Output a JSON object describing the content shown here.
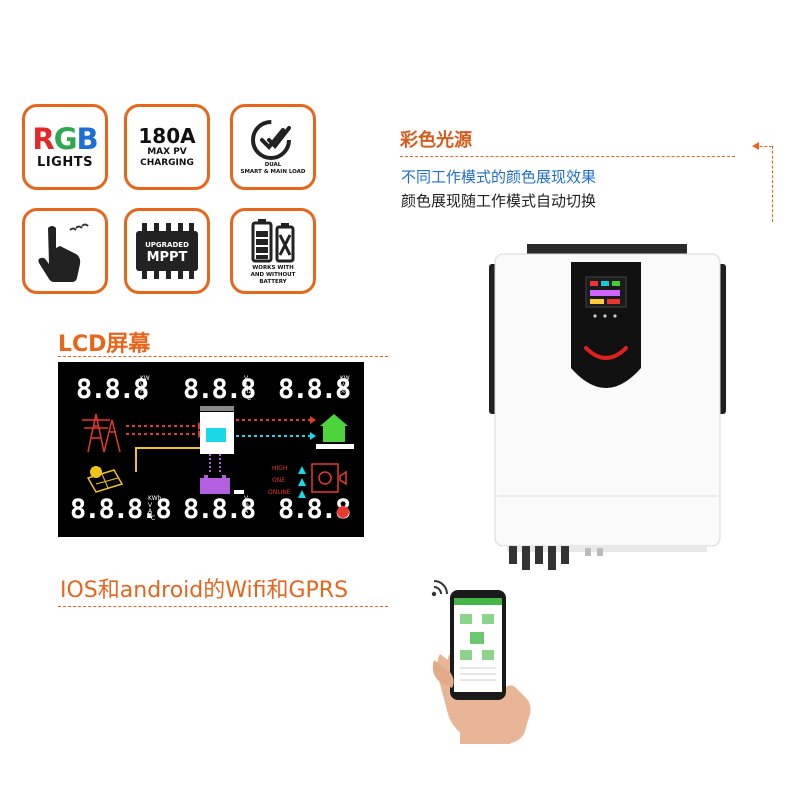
{
  "badges": {
    "rgb": {
      "r": "R",
      "g": "G",
      "b": "B",
      "label": "LIGHTS"
    },
    "pv": {
      "main": "180A",
      "line1": "MAX PV",
      "line2": "CHARGING"
    },
    "dual": {
      "line1": "DUAL",
      "line2": "SMART & MAIN LOAD"
    },
    "mppt": {
      "line1": "UPGRADED",
      "line2": "MPPT"
    },
    "battery": {
      "line1": "WORKS WITH",
      "line2": "AND WITHOUT",
      "line3": "BATTERY"
    }
  },
  "rgb_section": {
    "title": "彩色光源",
    "line1": "不同工作模式的颜色展现效果",
    "line2": "颜色展现随工作模式自动切换"
  },
  "lcd_section": {
    "title": "LCD屏幕",
    "readouts": {
      "tl": "8.8.8",
      "tm": "8.8.8",
      "tr": "8.8.8",
      "bl": "8.8.8.8",
      "bm": "8.8.8",
      "br": "8.8.8"
    },
    "units": {
      "tl": [
        "KW",
        "V",
        "Hz",
        "A"
      ],
      "tm": [
        "V",
        "A",
        "Hz",
        "°C"
      ],
      "tr": [
        "KW",
        "VA",
        "%"
      ],
      "bl": [
        "KWh",
        "V",
        "A",
        "°C"
      ],
      "bm": [
        "V",
        "%",
        "A"
      ]
    },
    "mode_labels": [
      "HIGH",
      "ONE",
      "ONLINE"
    ]
  },
  "app_section": {
    "title": "IOS和android的Wifi和GPRS"
  },
  "colors": {
    "accent": "#e8651c",
    "r": "#e8262a",
    "g": "#2fa84f",
    "b": "#1c6fd4",
    "lcd_red": "#e53a2c",
    "lcd_cyan": "#19d8e8",
    "lcd_green": "#4cd43a",
    "lcd_purple": "#b25fe0",
    "lcd_yellow": "#f2c417"
  }
}
